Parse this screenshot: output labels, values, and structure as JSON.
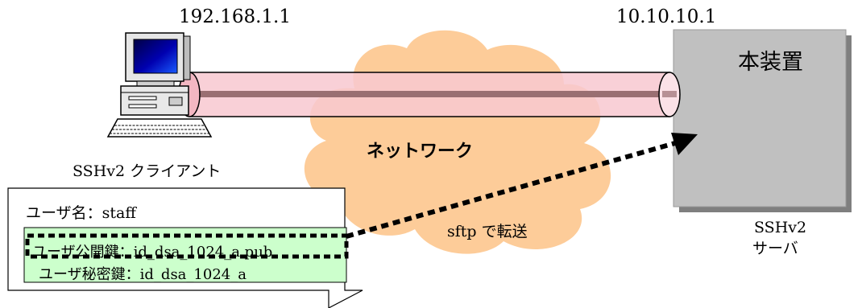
{
  "client": {
    "ip": "192.168.1.1",
    "label": "SSHv2 クライアント"
  },
  "server": {
    "ip": "10.10.10.1",
    "device_name": "本装置",
    "label_line1": "SSHv2",
    "label_line2": "サーバ"
  },
  "network": {
    "label": "ネットワーク"
  },
  "transfer": {
    "label": "sftp で転送"
  },
  "callout": {
    "user_label": "ユーザ名：staff",
    "public_key_label": "ユーザ公開鍵：id_dsa_1024_a.pub",
    "private_key_label": "ユーザ秘密鍵：id_dsa_1024_a"
  },
  "colors": {
    "cloud": "#fdcc99",
    "tunnel_fill": "#f8c8d0",
    "tunnel_core": "#9a6f72",
    "server_box": "#c0c0c0",
    "key_box": "#ccffcc",
    "monitor_screen": "#0000aa"
  },
  "icons": {
    "client": "desktop-pc-icon",
    "network": "cloud-icon"
  }
}
